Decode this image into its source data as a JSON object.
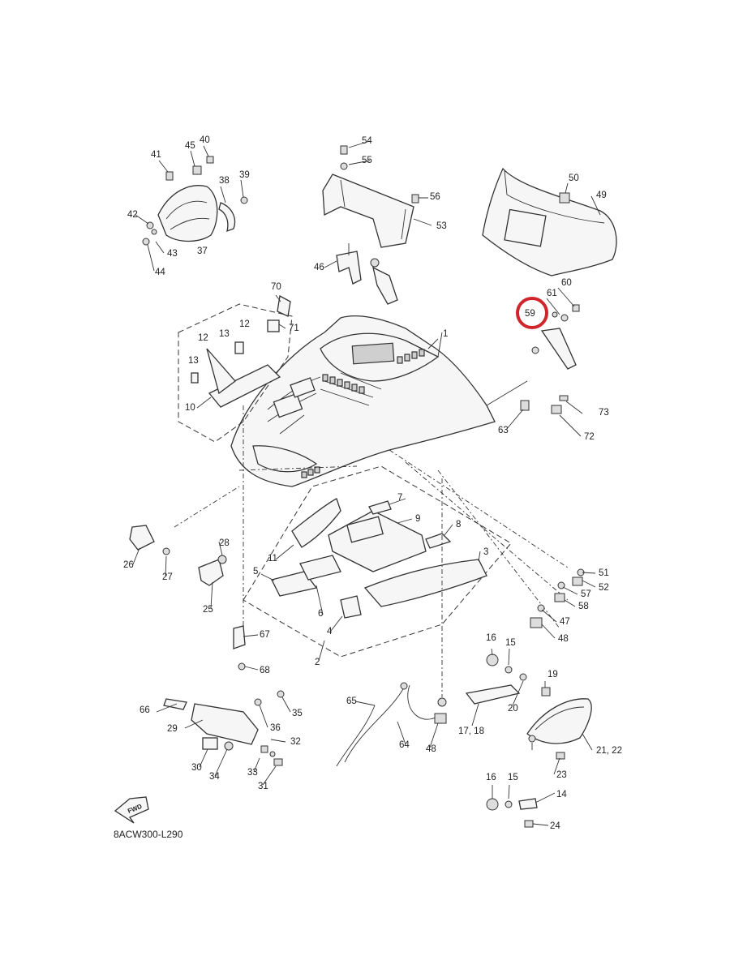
{
  "diagram": {
    "drawing_code": "8ACW300-L290",
    "forward_marker": "FWD",
    "highlighted_part": "59",
    "highlight_color": "#d0262b",
    "callouts": {
      "p1": "1",
      "p2": "2",
      "p3": "3",
      "p4": "4",
      "p5": "5",
      "p6": "6",
      "p7": "7",
      "p8": "8",
      "p9": "9",
      "p10": "10",
      "p11": "11",
      "p12a": "12",
      "p12b": "12",
      "p13a": "13",
      "p13b": "13",
      "p14": "14",
      "p15a": "15",
      "p15b": "15",
      "p16a": "16",
      "p16b": "16",
      "p17_18": "17, 18",
      "p19": "19",
      "p20": "20",
      "p21_22": "21, 22",
      "p23": "23",
      "p24": "24",
      "p25": "25",
      "p26": "26",
      "p27": "27",
      "p28": "28",
      "p29": "29",
      "p30": "30",
      "p31": "31",
      "p32": "32",
      "p33": "33",
      "p34": "34",
      "p35": "35",
      "p36": "36",
      "p37": "37",
      "p38": "38",
      "p39": "39",
      "p40": "40",
      "p41": "41",
      "p42": "42",
      "p43": "43",
      "p44": "44",
      "p45": "45",
      "p46": "46",
      "p47": "47",
      "p48a": "48",
      "p48b": "48",
      "p49": "49",
      "p50": "50",
      "p51": "51",
      "p52": "52",
      "p53": "53",
      "p54": "54",
      "p55": "55",
      "p56": "56",
      "p57": "57",
      "p58": "58",
      "p59": "59",
      "p60": "60",
      "p61": "61",
      "p63": "63",
      "p64": "64",
      "p65": "65",
      "p66": "66",
      "p67": "67",
      "p68": "68",
      "p70": "70",
      "p71": "71",
      "p72": "72",
      "p73": "73"
    }
  }
}
